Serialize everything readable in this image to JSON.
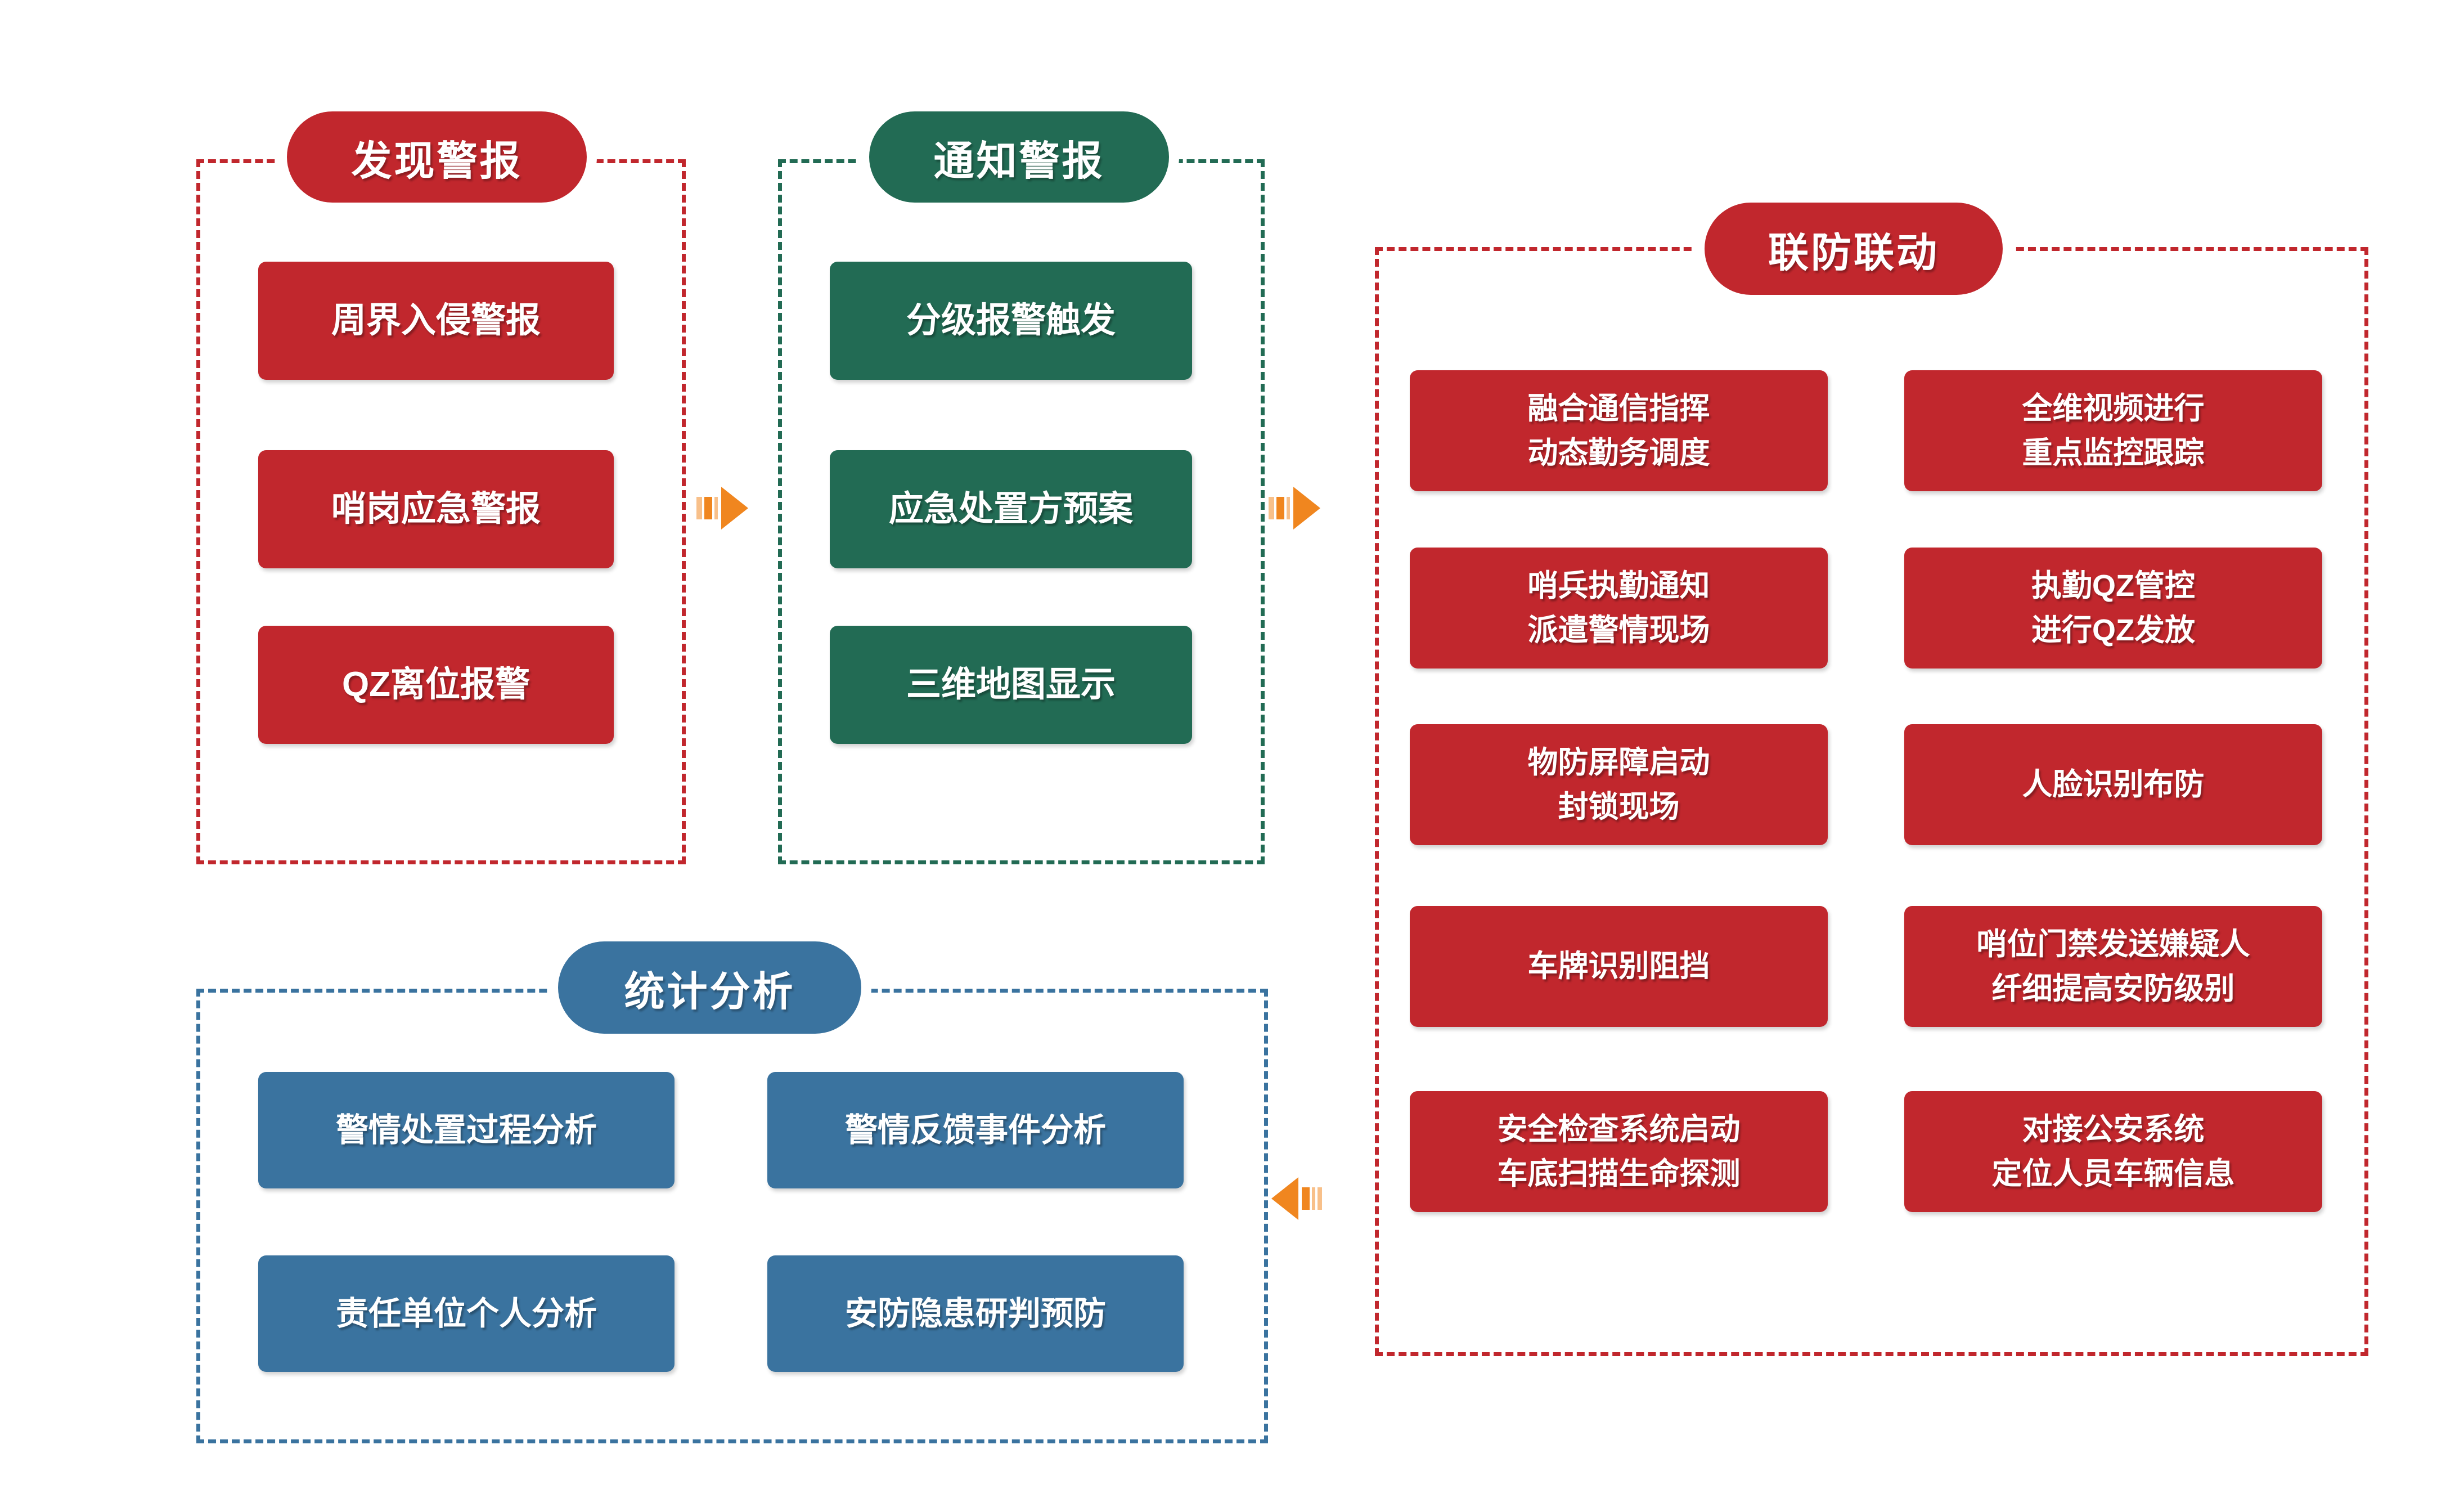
{
  "palette": {
    "red": "#C1272D",
    "green": "#226B54",
    "blue": "#3A739F",
    "orange": "#F0861F",
    "orange_light": "#F8C08A",
    "text": "#FFFFFF",
    "background": "#FFFFFF"
  },
  "diagram": {
    "discover": {
      "title": "发现警报",
      "items": [
        {
          "label": "周界入侵警报"
        },
        {
          "label": "哨岗应急警报"
        },
        {
          "label": "QZ离位报警"
        }
      ]
    },
    "notify": {
      "title": "通知警报",
      "items": [
        {
          "label": "分级报警触发"
        },
        {
          "label": "应急处置方预案"
        },
        {
          "label": "三维地图显示"
        }
      ]
    },
    "joint": {
      "title": "联防联动",
      "col1": [
        {
          "label": "融合通信指挥\n动态勤务调度"
        },
        {
          "label": "哨兵执勤通知\n派遣警情现场"
        },
        {
          "label": "物防屏障启动\n封锁现场"
        },
        {
          "label": "车牌识别阻挡"
        },
        {
          "label": "安全检查系统启动\n车底扫描生命探测"
        }
      ],
      "col2": [
        {
          "label": "全维视频进行\n重点监控跟踪"
        },
        {
          "label": "执勤QZ管控\n进行QZ发放"
        },
        {
          "label": "人脸识别布防"
        },
        {
          "label": "哨位门禁发送嫌疑人\n纤细提高安防级别"
        },
        {
          "label": "对接公安系统\n定位人员车辆信息"
        }
      ]
    },
    "stats": {
      "title": "统计分析",
      "items": [
        {
          "label": "警情处置过程分析"
        },
        {
          "label": "警情反馈事件分析"
        },
        {
          "label": "责任单位个人分析"
        },
        {
          "label": "安防隐患研判预防"
        }
      ]
    },
    "arrows": [
      {
        "icon": "arrow-right-icon"
      },
      {
        "icon": "arrow-right-icon"
      },
      {
        "icon": "arrow-left-icon"
      }
    ]
  }
}
